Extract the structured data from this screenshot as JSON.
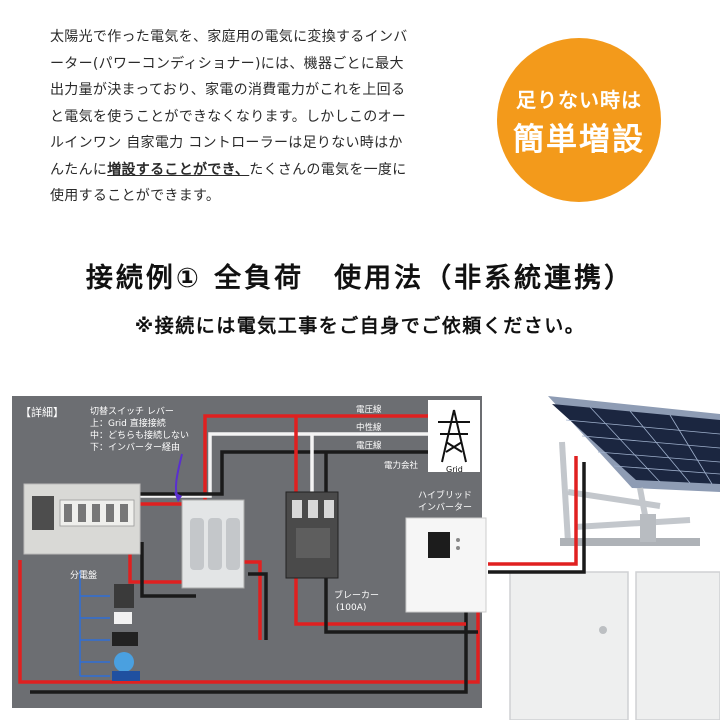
{
  "intro": {
    "lines": [
      "太陽光で作った電気を、家庭用の電気に変換するインバ",
      "ーター(パワーコンディショナー)には、機器ごとに最大",
      "出力量が決まっており、家電の消費電力がこれを上回る",
      "と電気を使うことができなくなります。しかしこのオー",
      "ルインワン 自家電力 コントローラーは足りない時はか"
    ],
    "line6_pre": "んたんに",
    "line6_highlight": "増設することができ、",
    "line6_post": "たくさんの電気を一度に",
    "line7": "使用することができます。"
  },
  "badge": {
    "line1": "足りない時は",
    "line2": "簡単増設",
    "color": "#f39a1b"
  },
  "heading": {
    "title": "接続例① 全負荷　使用法（非系統連携）",
    "note": "※接続には電気工事をご自身でご依頼ください。"
  },
  "diagram": {
    "detail_label": "【詳細】",
    "switch_note": [
      "切替スイッチ レバー",
      "上：Grid 直接接続",
      "中：どちらも接続しない",
      "下：インバーター経由"
    ],
    "wire_labels": [
      "電圧線",
      "中性線",
      "電圧線"
    ],
    "utility_label": "電力会社",
    "grid_label": "Grid",
    "inverter_label": [
      "ハイブリッド",
      "インバーター"
    ],
    "breaker_label": [
      "ブレーカー",
      "(100A)"
    ],
    "panel_label": "分電盤",
    "colors": {
      "board": "#6c6e72",
      "wire_red": "#e02020",
      "wire_black": "#1a1a1a",
      "wire_white": "#f4f4f4"
    }
  }
}
